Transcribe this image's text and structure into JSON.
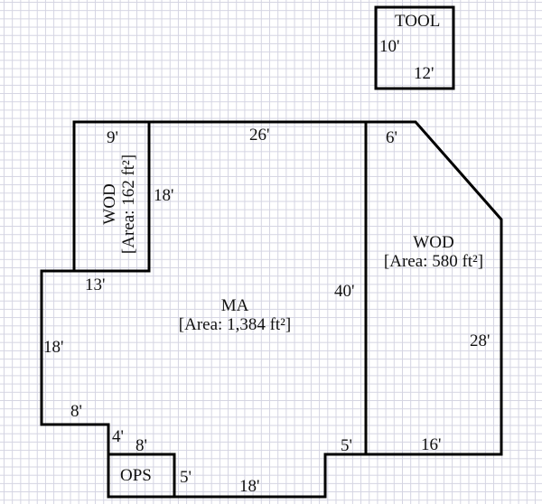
{
  "rooms": {
    "tool": {
      "name": "TOOL",
      "width": "12'",
      "height": "10'"
    },
    "wod_left": {
      "name": "WOD",
      "area": "[Area: 162 ft²]",
      "width": "9'",
      "height": "18'"
    },
    "ma": {
      "name": "MA",
      "area": "[Area: 1,384 ft²]"
    },
    "wod_right": {
      "name": "WOD",
      "area": "[Area: 580 ft²]",
      "top": "6'",
      "height": "40'",
      "right": "28'",
      "bottom": "16'"
    },
    "ops": {
      "name": "OPS",
      "width": "8'",
      "height": "5'"
    }
  },
  "dims": {
    "top": "26'",
    "notch_top": "13'",
    "left": "18'",
    "left_bottom": "8'",
    "step": "4'",
    "bottom": "18'",
    "bottom_right_step": "5'"
  }
}
